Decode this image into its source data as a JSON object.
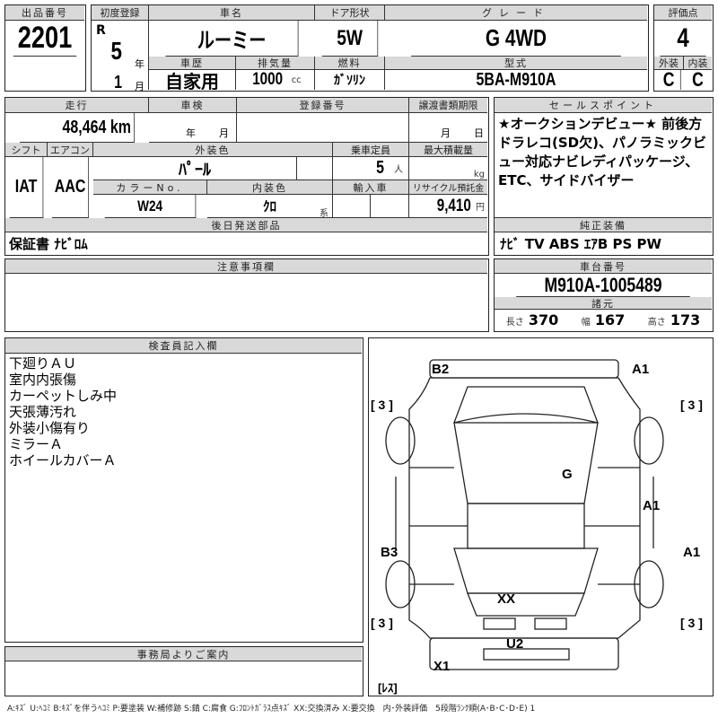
{
  "lot": {
    "label": "出品番号",
    "value": "2201"
  },
  "first_reg": {
    "label": "初度登録",
    "era": "R",
    "year": "5",
    "year_unit": "年",
    "month": "1",
    "month_unit": "月"
  },
  "car_name": {
    "label": "車名",
    "value": "ルーミー"
  },
  "door": {
    "label": "ドア形状",
    "value": "5W"
  },
  "grade": {
    "label": "グレード",
    "value": "G 4WD"
  },
  "score": {
    "label": "評価点",
    "value": "4",
    "ext_label": "外装",
    "int_label": "内装",
    "ext": "C",
    "int": "C"
  },
  "history": {
    "label": "車歴",
    "value": "自家用"
  },
  "displacement": {
    "label": "排気量",
    "value": "1000",
    "unit": "cc"
  },
  "fuel": {
    "label": "燃料",
    "value": "ｶﾞｿﾘﾝ"
  },
  "model": {
    "label": "型式",
    "value": "5BA-M910A"
  },
  "mileage": {
    "label": "走行",
    "value": "48,464 km"
  },
  "inspection": {
    "label": "車検",
    "year_unit": "年",
    "month_unit": "月"
  },
  "reg_no": {
    "label": "登録番号"
  },
  "transfer": {
    "label": "譲渡書類期限",
    "month_unit": "月",
    "day_unit": "日"
  },
  "shift": {
    "label": "シフト",
    "value": "IAT"
  },
  "ac": {
    "label": "エアコン",
    "value": "AAC"
  },
  "ext_color": {
    "label": "外装色",
    "value": "ﾊﾟｰﾙ"
  },
  "capacity": {
    "label": "乗車定員",
    "value": "5",
    "unit": "人"
  },
  "max_load": {
    "label": "最大積載量",
    "unit": "kg"
  },
  "color_no": {
    "label": "カラーNo.",
    "value": "W24"
  },
  "int_color": {
    "label": "内装色",
    "value": "ｸﾛ",
    "unit": "系"
  },
  "import": {
    "label": "輸入車"
  },
  "recycle": {
    "label": "リサイクル預託金",
    "value": "9,410",
    "unit": "円"
  },
  "later_parts": {
    "label": "後日発送部品",
    "value": "保証書 ﾅﾋﾞﾛﾑ"
  },
  "sales_point": {
    "label": "セールスポイント",
    "text": "★オークションデビュー★ 前後方ドラレコ(SD欠)、パノラミックビュー対応ナビレディパッケージ、ETC、サイドバイザー"
  },
  "equipment": {
    "label": "純正装備",
    "value": "ﾅﾋﾞ TV ABS ｴｱB PS PW"
  },
  "caution": {
    "label": "注意事項欄"
  },
  "chassis": {
    "label": "車台番号",
    "value": "M910A-1005489"
  },
  "specs": {
    "label": "諸元",
    "length_label": "長さ",
    "length": "370",
    "width_label": "幅",
    "width": "167",
    "height_label": "高さ",
    "height": "173"
  },
  "inspector": {
    "label": "検査員記入欄",
    "lines": [
      "下廻りＡＵ",
      "室内内張傷",
      "カーペットしみ中",
      "天張薄汚れ",
      "外装小傷有り",
      "ミラーＡ",
      "ホイールカバーＡ"
    ]
  },
  "office": {
    "label": "事務局よりご案内"
  },
  "diagram": {
    "marks": [
      "B2",
      "A1",
      "G",
      "A1",
      "B3",
      "A1",
      "XX",
      "U2",
      "X1"
    ],
    "tire": "[ 3 ]",
    "spare": "[ﾚｽ]"
  },
  "legend": "A:ｷｽﾞ U:ﾍｺﾐ B:ｷｽﾞを伴うﾍｺﾐ P:要塗装 W:補修跡 S:錆 C:腐食 G:ﾌﾛﾝﾄｶﾞﾗｽ点ｷｽﾞ XX:交換済み X:要交換　内･外装評価　5段階ﾗﾝｸ順(A･B･C･D･E) 1"
}
